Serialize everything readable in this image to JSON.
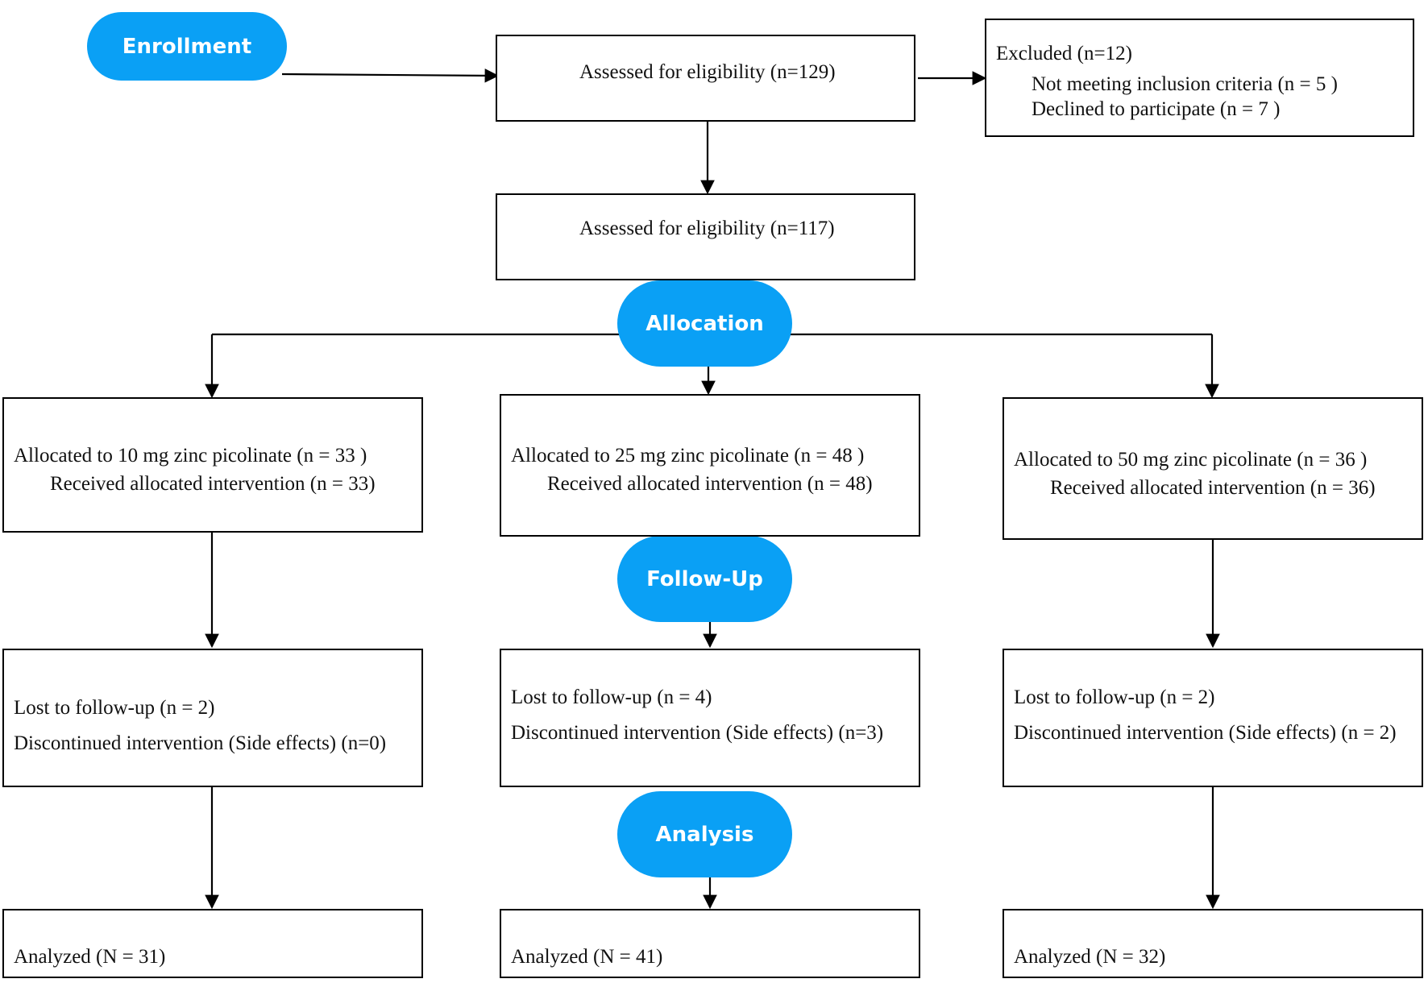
{
  "stages": {
    "enrollment": "Enrollment",
    "allocation": "Allocation",
    "follow_up": "Follow-Up",
    "analysis": "Analysis"
  },
  "enrollment": {
    "assessed": "Assessed for eligibility (n=129)",
    "excluded": {
      "title": "Excluded (n=12)",
      "not_meeting": "Not meeting inclusion criteria (n = 5 )",
      "declined": "Declined to participate (n = 7 )"
    },
    "assessed_2": "Assessed for eligibility (n=117)"
  },
  "arms": [
    {
      "allocated": "Allocated to 10 mg zinc picolinate (n = 33 )",
      "received": "Received allocated intervention (n = 33)",
      "lost": "Lost to follow-up (n = 2)",
      "discontinued": "Discontinued intervention (Side effects) (n=0)",
      "analyzed": "Analyzed (N = 31)"
    },
    {
      "allocated": "Allocated to 25 mg zinc picolinate (n = 48 )",
      "received": "Received allocated intervention (n = 48)",
      "lost": "Lost to follow-up (n = 4)",
      "discontinued": "Discontinued intervention (Side effects) (n=3)",
      "analyzed": "Analyzed (N = 41)"
    },
    {
      "allocated": "Allocated to 50 mg zinc picolinate (n = 36 )",
      "received": "Received allocated intervention (n = 36)",
      "lost": "Lost to follow-up (n = 2)",
      "discontinued": "Discontinued intervention (Side effects) (n = 2)",
      "analyzed": "Analyzed (N = 32)"
    }
  ]
}
